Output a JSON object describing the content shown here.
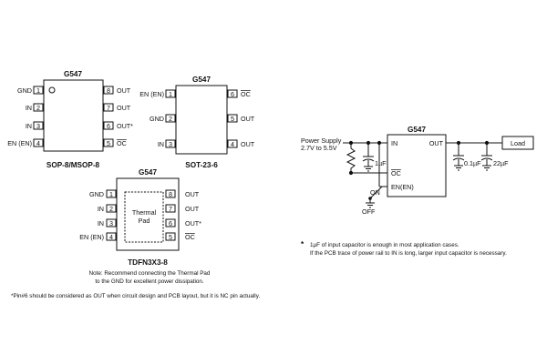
{
  "colors": {
    "ink": "#111111",
    "paper": "#ffffff"
  },
  "sop8": {
    "chip": "G547",
    "package": "SOP-8/MSOP-8",
    "left_pins": [
      {
        "num": "1",
        "name": "GND"
      },
      {
        "num": "2",
        "name": "IN"
      },
      {
        "num": "3",
        "name": "IN"
      },
      {
        "num": "4",
        "name": "EN (EN)"
      }
    ],
    "right_pins": [
      {
        "num": "8",
        "name": "OUT"
      },
      {
        "num": "7",
        "name": "OUT"
      },
      {
        "num": "6",
        "name": "OUT*"
      },
      {
        "num": "5",
        "name": "OC"
      }
    ]
  },
  "sot23": {
    "chip": "G547",
    "package": "SOT-23-6",
    "left_pins": [
      {
        "num": "1",
        "name": "EN (EN)"
      },
      {
        "num": "2",
        "name": "GND"
      },
      {
        "num": "3",
        "name": "IN"
      }
    ],
    "right_pins": [
      {
        "num": "6",
        "name": "OC"
      },
      {
        "num": "5",
        "name": "OUT"
      },
      {
        "num": "4",
        "name": "OUT"
      }
    ]
  },
  "tdfn": {
    "chip": "G547",
    "package": "TDFN3X3-8",
    "pad_line1": "Thermal",
    "pad_line2": "Pad",
    "left_pins": [
      {
        "num": "1",
        "name": "GND"
      },
      {
        "num": "2",
        "name": "IN"
      },
      {
        "num": "3",
        "name": "IN"
      },
      {
        "num": "4",
        "name": "EN (EN)"
      }
    ],
    "right_pins": [
      {
        "num": "8",
        "name": "OUT"
      },
      {
        "num": "7",
        "name": "OUT"
      },
      {
        "num": "6",
        "name": "OUT*"
      },
      {
        "num": "5",
        "name": "OC"
      }
    ],
    "note_line1": "Note: Recommend connecting the Thermal Pad",
    "note_line2": "to the GND for excellent power dissipation."
  },
  "footnote_pin6": "*Pin#6 should be considered as OUT when circuit design and PCB layout, but it is NC pin actually.",
  "circuit": {
    "chip": "G547",
    "supply_line1": "Power Supply",
    "supply_line2": "2.7V to 5.5V",
    "pin_in": "IN",
    "pin_out": "OUT",
    "pin_oc": "OC",
    "pin_en": "EN(EN)",
    "cap_in": "1µF",
    "cap_out1": "0.1µF",
    "cap_out2": "22µF",
    "load": "Load",
    "switch_on": "ON",
    "switch_off": "OFF",
    "note_line1": "1µF of input capacitor is enough in most application cases.",
    "note_line2": "If the PCB trace of power rail to IN is long,  larger input capacitor is necessary."
  }
}
